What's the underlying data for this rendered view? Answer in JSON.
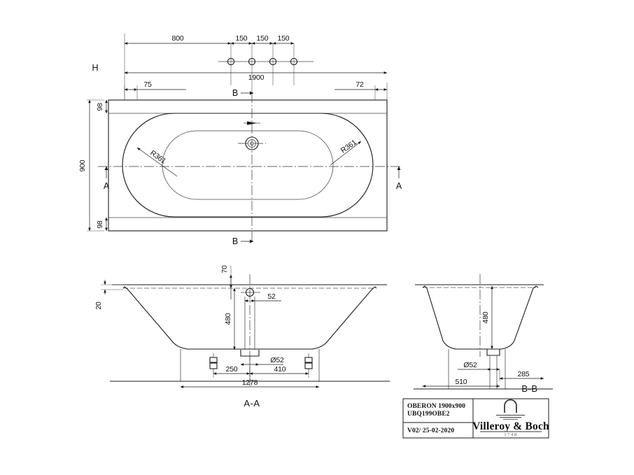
{
  "drawing": {
    "product_name": "OBERON 1900x900",
    "article_code": "UBQ199OBE2",
    "revision": "V02/ 25-02-2020",
    "brand": "Villeroy & Boch",
    "brand_year": "1748"
  },
  "plan_view": {
    "label_h": "H",
    "dim_800": "800",
    "dim_150_a": "150",
    "dim_150_b": "150",
    "dim_150_c": "150",
    "dim_1900": "1900",
    "dim_75": "75",
    "dim_72": "72",
    "dim_98_top": "98",
    "dim_98_bottom": "98",
    "dim_900": "900",
    "radius_left": "R361",
    "radius_right": "R361",
    "section_b_top": "B",
    "section_b_bottom": "B",
    "section_a_left": "A",
    "section_a_right": "A"
  },
  "section_aa": {
    "title": "A-A",
    "dim_70": "70",
    "dim_20": "20",
    "dim_52": "52",
    "dim_480": "480",
    "dim_dia52": "Ø52",
    "dim_250": "250",
    "dim_410": "410",
    "dim_1278": "1278"
  },
  "section_bb": {
    "title": "B-B",
    "dim_480": "480",
    "dim_dia52": "Ø52",
    "dim_285": "285",
    "dim_510": "510"
  },
  "colors": {
    "line": "#1a1a1a",
    "thin_line": "#555555",
    "background": "#ffffff"
  }
}
